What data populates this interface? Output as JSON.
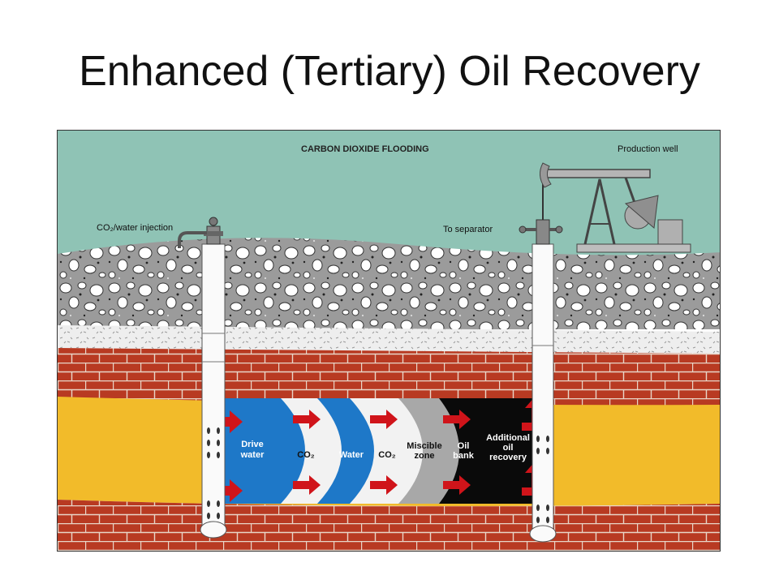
{
  "slide": {
    "title": "Enhanced (Tertiary) Oil Recovery"
  },
  "diagram": {
    "heading": "CARBON DIOXIDE FLOODING",
    "labels": {
      "injection": "CO₂/water injection",
      "separator": "To separator",
      "production": "Production well"
    },
    "zones": [
      {
        "id": "drive-water",
        "lines": [
          "Drive",
          "water"
        ],
        "color": "#1e78c8",
        "text_color": "#ffffff"
      },
      {
        "id": "co2-a",
        "lines": [
          "CO₂"
        ],
        "color": "#f2f2f2",
        "text_color": "#111111"
      },
      {
        "id": "water",
        "lines": [
          "Water"
        ],
        "color": "#1e78c8",
        "text_color": "#ffffff"
      },
      {
        "id": "co2-b",
        "lines": [
          "CO₂"
        ],
        "color": "#f2f2f2",
        "text_color": "#111111"
      },
      {
        "id": "miscible-zone",
        "lines": [
          "Miscible",
          "zone"
        ],
        "color": "#a8a8a8",
        "text_color": "#111111"
      },
      {
        "id": "oil-bank",
        "lines": [
          "Oil",
          "bank"
        ],
        "color": "#0a0a0a",
        "text_color": "#ffffff"
      },
      {
        "id": "additional-oil-recovery",
        "lines": [
          "Additional",
          "oil",
          "recovery"
        ],
        "color": "#0a0a0a",
        "text_color": "#ffffff"
      }
    ],
    "colors": {
      "sky": "#8fc3b5",
      "gravel": "#a9a9a9",
      "brick": "#b83a22",
      "reservoir": "#f2bb2a",
      "arrow": "#d0141a"
    }
  }
}
